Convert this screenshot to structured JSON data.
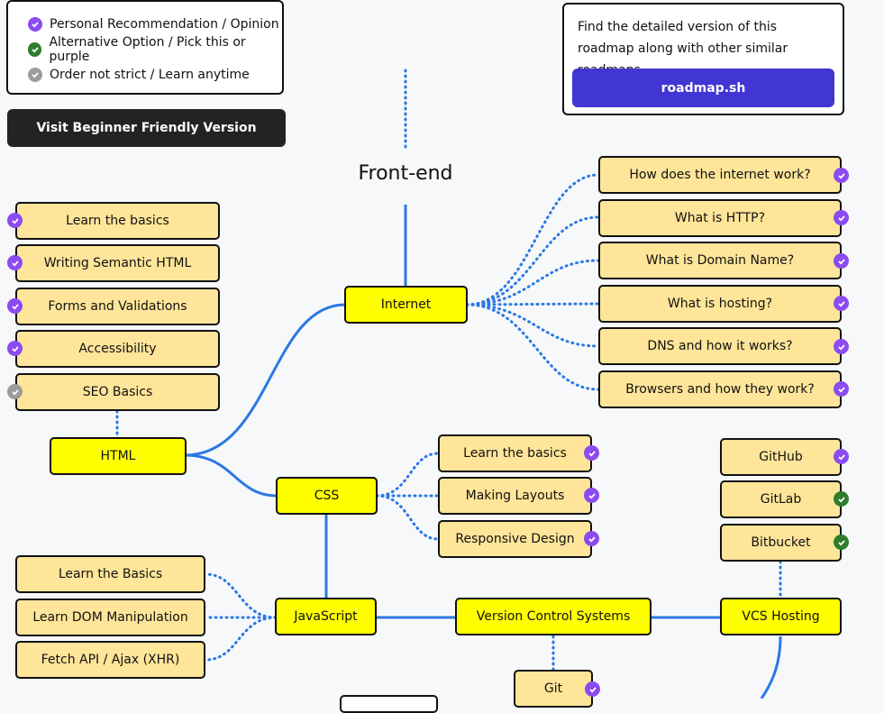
{
  "legend": {
    "items": [
      {
        "label": "Personal Recommendation / Opinion",
        "type": "purple"
      },
      {
        "label": "Alternative Option / Pick this or purple",
        "type": "green"
      },
      {
        "label": "Order not strict / Learn anytime",
        "type": "gray"
      }
    ]
  },
  "beginner_button": "Visit Beginner Friendly Version",
  "info": {
    "text": "Find the detailed version of this roadmap along with other similar roadmaps",
    "button": "roadmap.sh"
  },
  "title": "Front-end",
  "topics": {
    "internet": "Internet",
    "html": "HTML",
    "css": "CSS",
    "javascript": "JavaScript",
    "vcs": "Version Control Systems",
    "vcs_hosting": "VCS Hosting"
  },
  "internet_items": [
    {
      "label": "How does the internet work?",
      "badge": "purple"
    },
    {
      "label": "What is HTTP?",
      "badge": "purple"
    },
    {
      "label": "What is Domain Name?",
      "badge": "purple"
    },
    {
      "label": "What is hosting?",
      "badge": "purple"
    },
    {
      "label": "DNS and how it works?",
      "badge": "purple"
    },
    {
      "label": "Browsers and how they work?",
      "badge": "purple"
    }
  ],
  "html_items": [
    {
      "label": "Learn the basics",
      "badge": "purple"
    },
    {
      "label": "Writing Semantic HTML",
      "badge": "purple"
    },
    {
      "label": "Forms and Validations",
      "badge": "purple"
    },
    {
      "label": "Accessibility",
      "badge": "purple"
    },
    {
      "label": "SEO Basics",
      "badge": "gray"
    }
  ],
  "css_items": [
    {
      "label": "Learn the basics",
      "badge": "purple"
    },
    {
      "label": "Making Layouts",
      "badge": "purple"
    },
    {
      "label": "Responsive Design",
      "badge": "purple"
    }
  ],
  "js_items": [
    {
      "label": "Learn the Basics"
    },
    {
      "label": "Learn DOM Manipulation"
    },
    {
      "label": "Fetch API / Ajax (XHR)"
    }
  ],
  "hosting_items": [
    {
      "label": "GitHub",
      "badge": "purple"
    },
    {
      "label": "GitLab",
      "badge": "green"
    },
    {
      "label": "Bitbucket",
      "badge": "green"
    }
  ],
  "vcs_items": [
    {
      "label": "Git",
      "badge": "purple"
    }
  ],
  "colors": {
    "topic": "#ffff00",
    "subtopic": "#ffe599",
    "line": "#2b78e4",
    "purple": "#8c4bf0",
    "green": "#2f7d2b",
    "gray": "#9b9b9b",
    "accent_button": "#4136d4"
  }
}
